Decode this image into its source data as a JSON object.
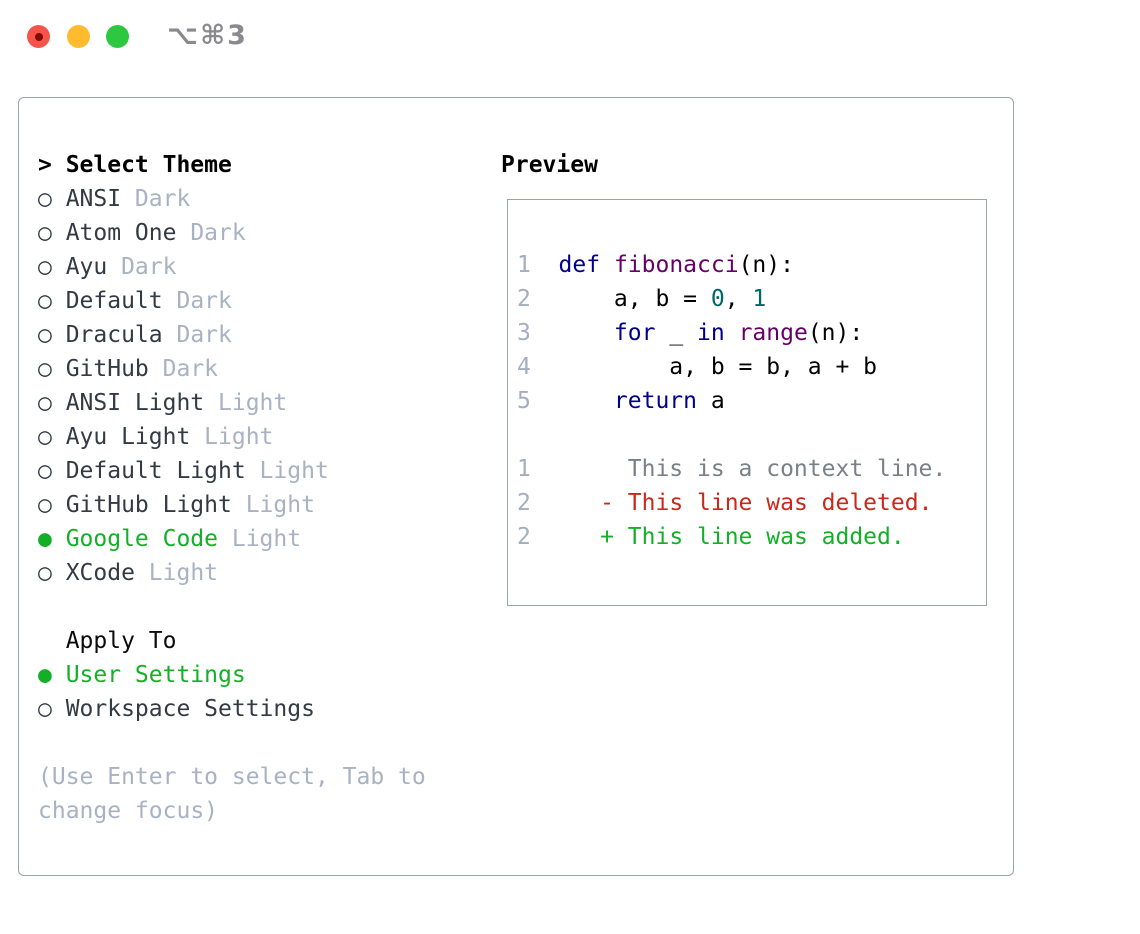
{
  "window": {
    "title": "⌥⌘3",
    "traffic_lights": {
      "close_color": "#f8534a",
      "close_dot_color": "#7d0d05",
      "minimize_color": "#fdbb2d",
      "zoom_color": "#2bc840",
      "title_color": "#8a8a8e"
    }
  },
  "theme_list": {
    "header_marker": ">",
    "header": "Select Theme",
    "unselected_glyph": "○",
    "selected_glyph": "●",
    "items": [
      {
        "name": "ANSI",
        "variant": "Dark",
        "selected": false
      },
      {
        "name": "Atom One",
        "variant": "Dark",
        "selected": false
      },
      {
        "name": "Ayu",
        "variant": "Dark",
        "selected": false
      },
      {
        "name": "Default",
        "variant": "Dark",
        "selected": false
      },
      {
        "name": "Dracula",
        "variant": "Dark",
        "selected": false
      },
      {
        "name": "GitHub",
        "variant": "Dark",
        "selected": false
      },
      {
        "name": "ANSI Light",
        "variant": "Light",
        "selected": false
      },
      {
        "name": "Ayu Light",
        "variant": "Light",
        "selected": false
      },
      {
        "name": "Default Light",
        "variant": "Light",
        "selected": false
      },
      {
        "name": "GitHub Light",
        "variant": "Light",
        "selected": false
      },
      {
        "name": "Google Code",
        "variant": "Light",
        "selected": true
      },
      {
        "name": "XCode",
        "variant": "Light",
        "selected": false
      }
    ]
  },
  "apply_to": {
    "header": "Apply To",
    "items": [
      {
        "label": "User Settings",
        "selected": true
      },
      {
        "label": "Workspace Settings",
        "selected": false
      }
    ]
  },
  "help_lines": [
    "(Use Enter to select, Tab to",
    "change focus)"
  ],
  "preview": {
    "header": "Preview",
    "code_lines": [
      {
        "num": "1",
        "tokens": [
          {
            "t": "def",
            "c": "kw"
          },
          {
            "t": " ",
            "c": "pl"
          },
          {
            "t": "fibonacci",
            "c": "fn"
          },
          {
            "t": "(n):",
            "c": "pl"
          }
        ]
      },
      {
        "num": "2",
        "tokens": [
          {
            "t": "    a, b = ",
            "c": "pl"
          },
          {
            "t": "0",
            "c": "num"
          },
          {
            "t": ", ",
            "c": "pl"
          },
          {
            "t": "1",
            "c": "num"
          }
        ]
      },
      {
        "num": "3",
        "tokens": [
          {
            "t": "    ",
            "c": "pl"
          },
          {
            "t": "for",
            "c": "kw"
          },
          {
            "t": " _ ",
            "c": "pl"
          },
          {
            "t": "in",
            "c": "kw"
          },
          {
            "t": " ",
            "c": "pl"
          },
          {
            "t": "range",
            "c": "fn"
          },
          {
            "t": "(n):",
            "c": "pl"
          }
        ]
      },
      {
        "num": "4",
        "tokens": [
          {
            "t": "        a, b = b, a + b",
            "c": "pl"
          }
        ]
      },
      {
        "num": "5",
        "tokens": [
          {
            "t": "    ",
            "c": "pl"
          },
          {
            "t": "return",
            "c": "kw"
          },
          {
            "t": " a",
            "c": "pl"
          }
        ]
      }
    ],
    "diff_lines": [
      {
        "num": "1",
        "tokens": [
          {
            "t": "     This is a context line.",
            "c": "ctx"
          }
        ]
      },
      {
        "num": "2",
        "tokens": [
          {
            "t": "   ",
            "c": "pl"
          },
          {
            "t": "- This line was deleted.",
            "c": "del"
          }
        ]
      },
      {
        "num": "2",
        "tokens": [
          {
            "t": "   ",
            "c": "pl"
          },
          {
            "t": "+ This line was added.",
            "c": "add"
          }
        ]
      }
    ]
  },
  "colors": {
    "panel_border": "#9aa3b0",
    "item_text": "#333a44",
    "dim_text": "#a8b2c2",
    "line_number": "#a4aec0",
    "selected_green": "#13b027",
    "diff_context": "#7a8088",
    "diff_deleted": "#c9281b",
    "diff_added": "#13b027",
    "syntax_keyword": "#000088",
    "syntax_function": "#660066",
    "syntax_number": "#006666",
    "syntax_plain": "#000000"
  }
}
